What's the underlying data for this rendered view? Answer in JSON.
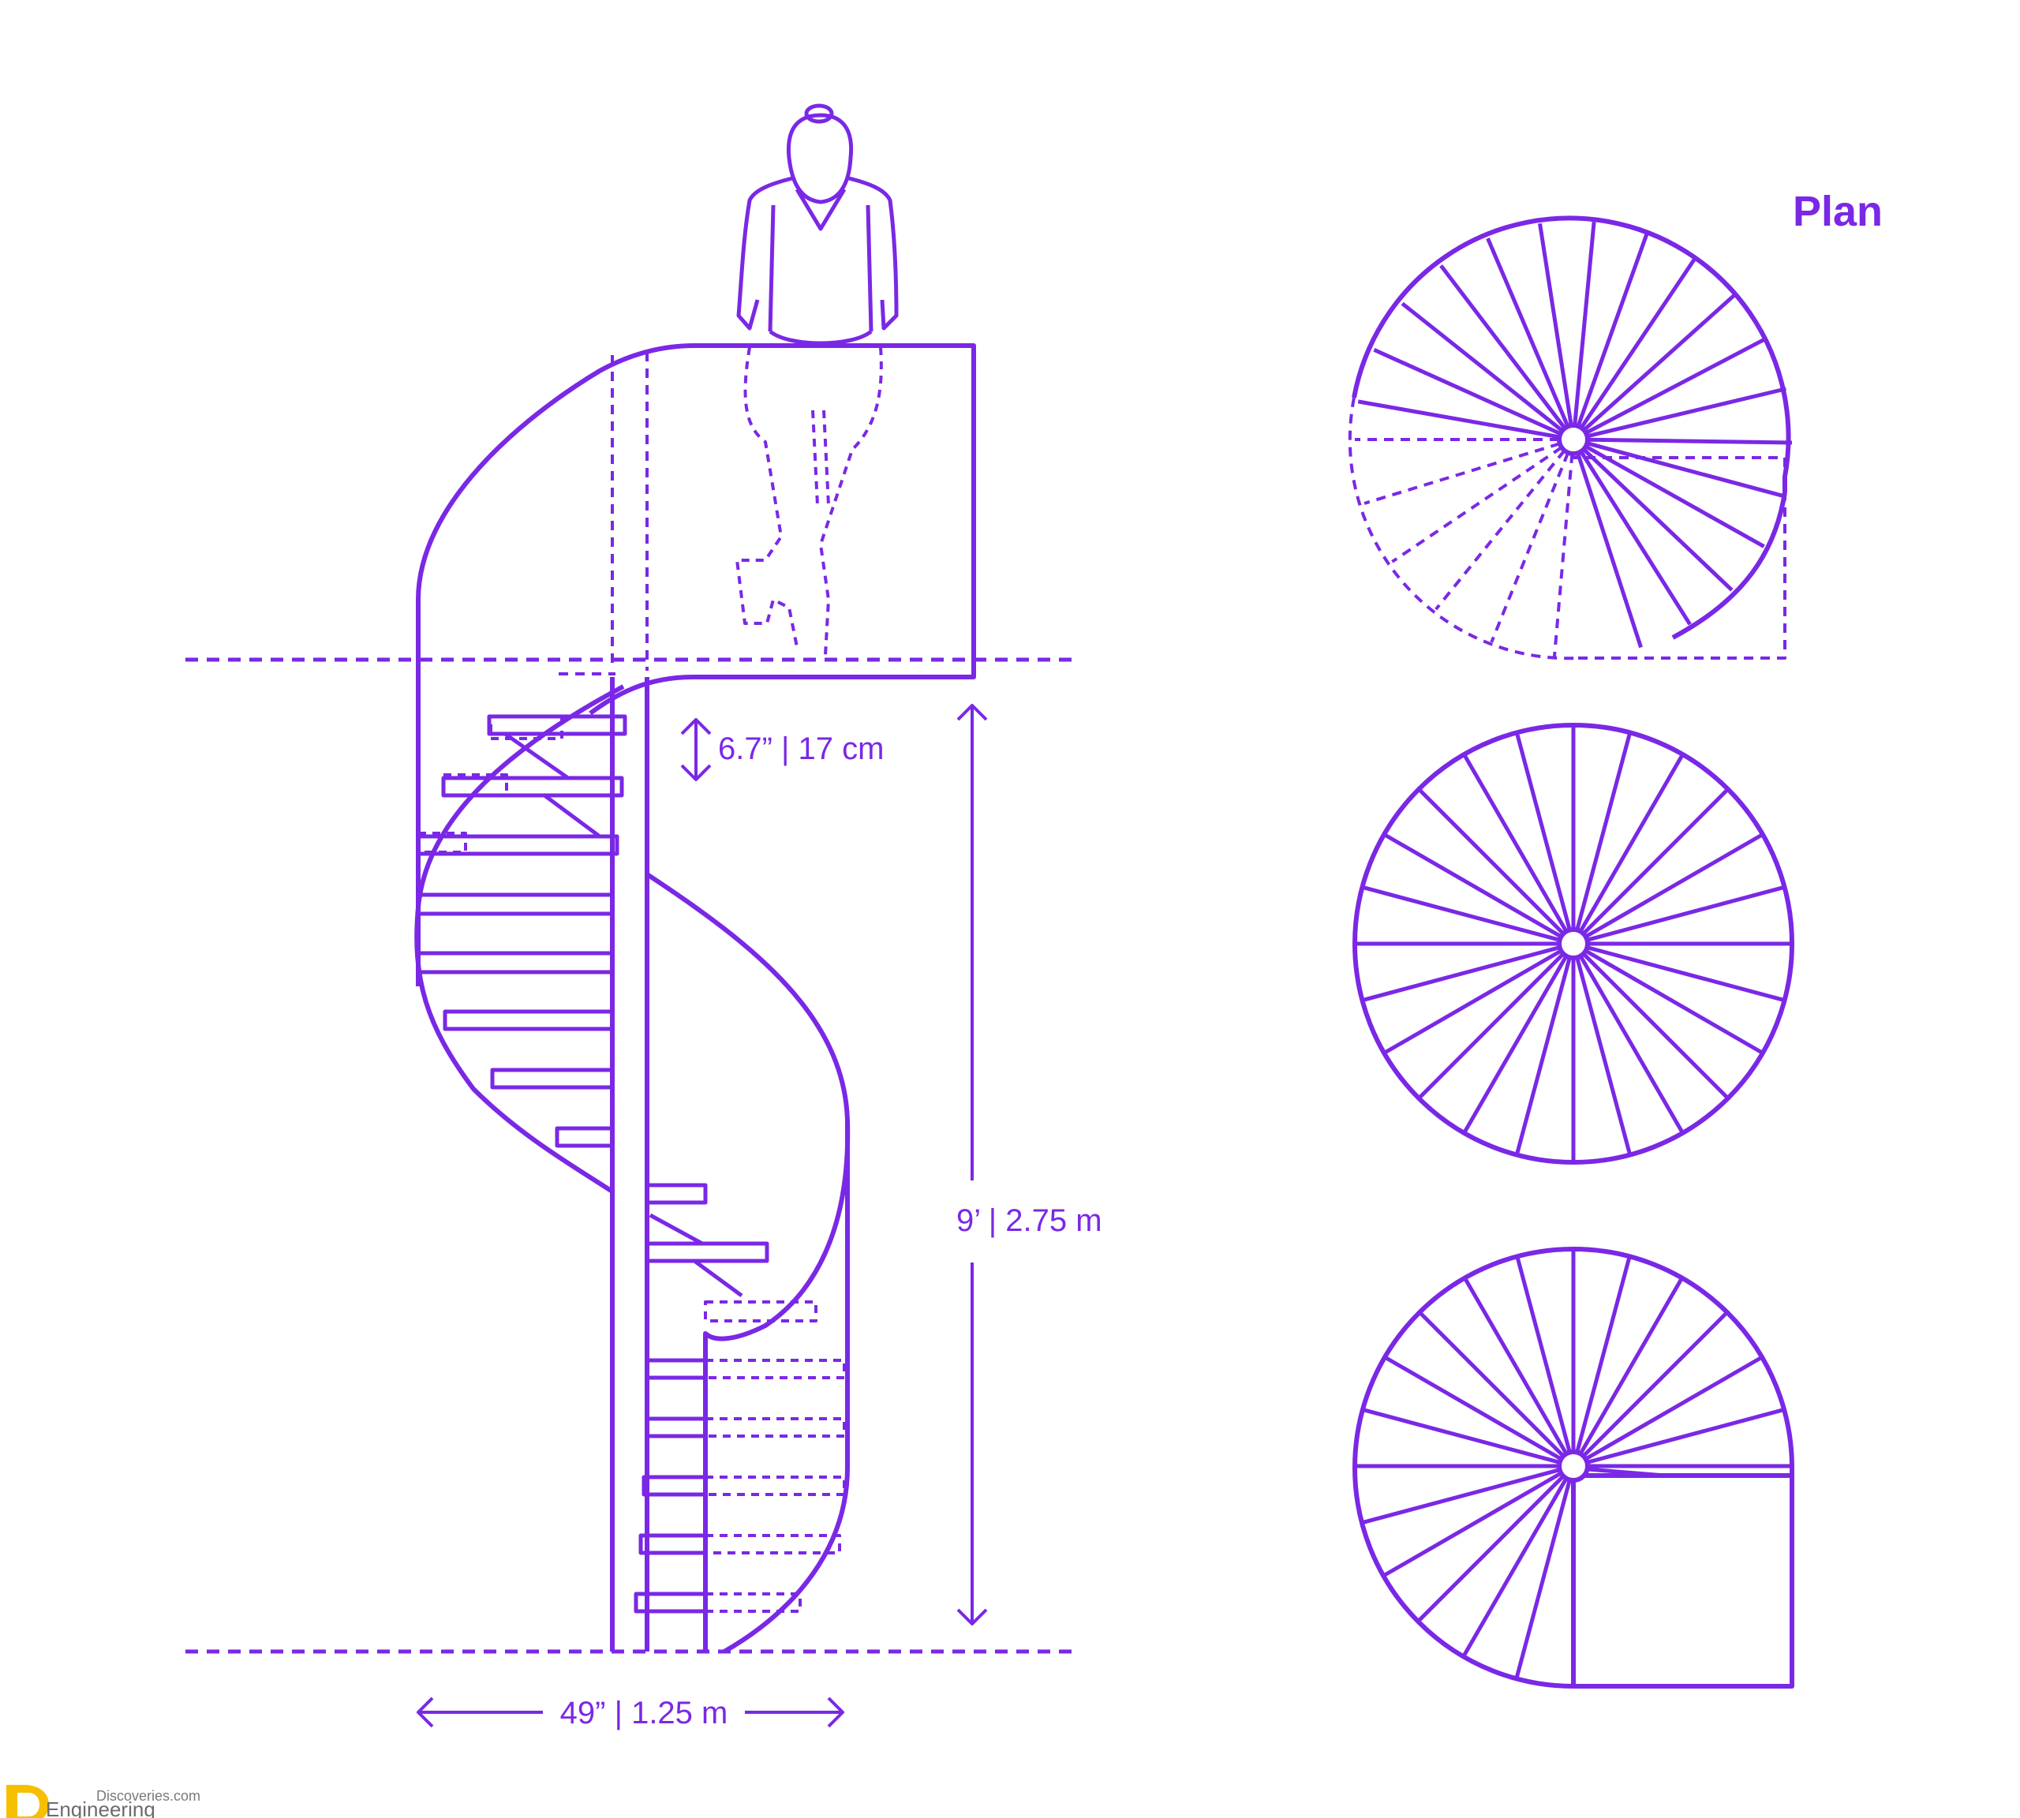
{
  "colors": {
    "accent": "#7a28e6",
    "background": "#ffffff",
    "logo_yellow": "#f6c000",
    "logo_gray": "#6b6b6b"
  },
  "plan_title": "Plan",
  "dimensions": {
    "riser_height": "6.7” | 17 cm",
    "total_height": "9’ | 2.75 m",
    "diameter": "49” | 1.25 m"
  },
  "watermark": {
    "line1": "Discoveries.com",
    "line2": "Engineering"
  },
  "icons": [
    "person-figure-icon",
    "double-arrow-icon",
    "logo-icon"
  ]
}
